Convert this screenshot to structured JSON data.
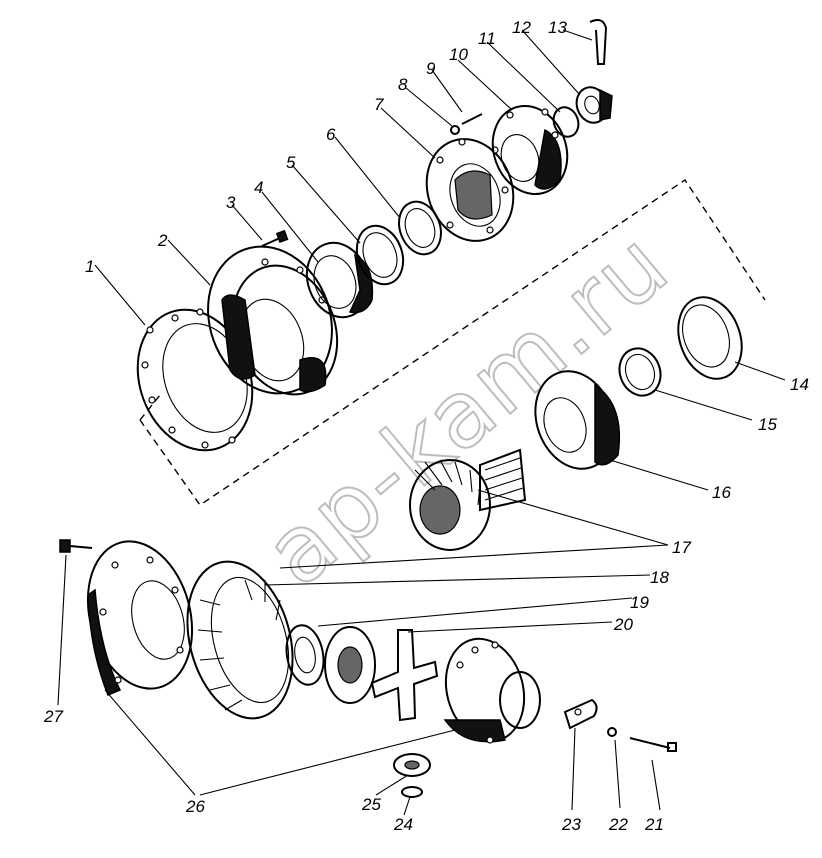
{
  "watermark": "ap-kam.ru",
  "labels": {
    "l1": "1",
    "l2": "2",
    "l3": "3",
    "l4": "4",
    "l5": "5",
    "l6": "6",
    "l7": "7",
    "l8": "8",
    "l9": "9",
    "l10": "10",
    "l11": "11",
    "l12": "12",
    "l13": "13",
    "l14": "14",
    "l15": "15",
    "l16": "16",
    "l17": "17",
    "l18": "18",
    "l19": "19",
    "l20": "20",
    "l21": "21",
    "l22": "22",
    "l23": "23",
    "l24": "24",
    "l25": "25",
    "l26": "26",
    "l27": "27"
  },
  "colors": {
    "ink": "#000000",
    "background": "#ffffff",
    "watermark": "#bdbdbd"
  }
}
